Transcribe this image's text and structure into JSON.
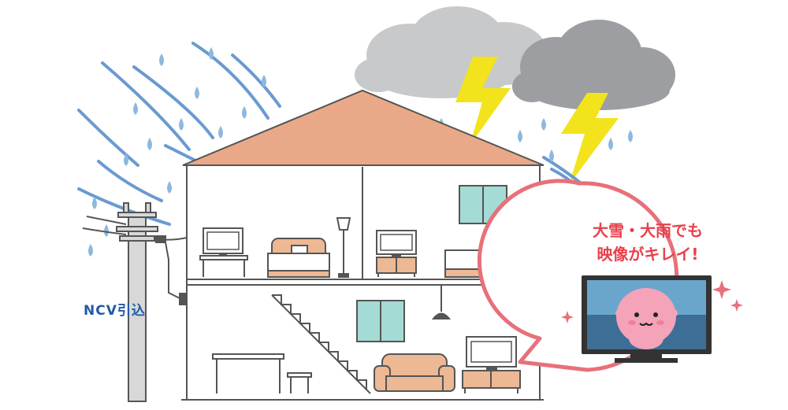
{
  "labels": {
    "ncv_dropline": "NCV引込",
    "bubble_line1": "大雪・大雨でも",
    "bubble_line2": "映像がキレイ!"
  },
  "colors": {
    "roof": "#e9a988",
    "rain_drop": "#8db8df",
    "rain_streak": "#6a9ad0",
    "cloud_light": "#c8c9cb",
    "cloud_dark": "#9c9ea1",
    "lightning": "#f2e31c",
    "wall_outline": "#555555",
    "window_glass": "#a4dbd5",
    "furniture_wood": "#edb894",
    "bubble_border": "#e8707a",
    "bubble_text": "#e8404b",
    "ncv_text": "#1f5aa8"
  },
  "icons": [
    "rain-icon",
    "cloud-icon",
    "lightning-icon",
    "utility-pole-icon",
    "tv-icon",
    "sparkle-icon",
    "mascot-icon"
  ]
}
